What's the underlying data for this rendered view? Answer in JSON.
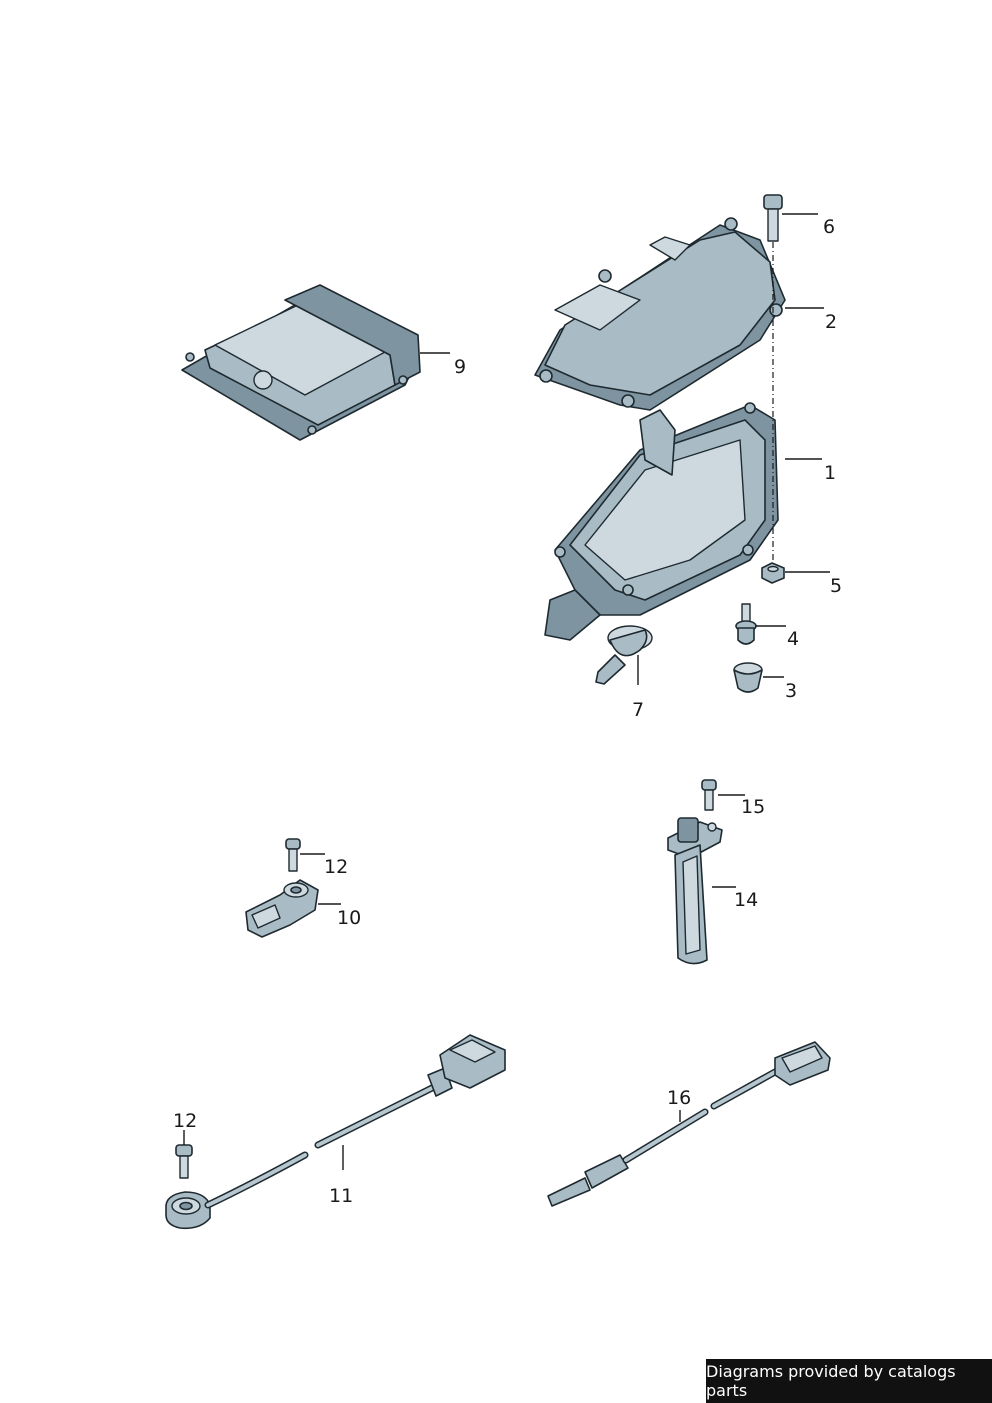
{
  "callouts": [
    {
      "id": "c6",
      "label": "6"
    },
    {
      "id": "c2",
      "label": "2"
    },
    {
      "id": "c9",
      "label": "9"
    },
    {
      "id": "c1",
      "label": "1"
    },
    {
      "id": "c5",
      "label": "5"
    },
    {
      "id": "c4",
      "label": "4"
    },
    {
      "id": "c3",
      "label": "3"
    },
    {
      "id": "c7",
      "label": "7"
    },
    {
      "id": "c15",
      "label": "15"
    },
    {
      "id": "c12a",
      "label": "12"
    },
    {
      "id": "c14",
      "label": "14"
    },
    {
      "id": "c10",
      "label": "10"
    },
    {
      "id": "c12b",
      "label": "12"
    },
    {
      "id": "c16",
      "label": "16"
    },
    {
      "id": "c11",
      "label": "11"
    }
  ],
  "footer": {
    "text": "Diagrams provided by catalogs parts"
  },
  "colors": {
    "part_fill": "#a9bcc6",
    "outline": "#1e2a30",
    "footer_bg": "#111111"
  }
}
